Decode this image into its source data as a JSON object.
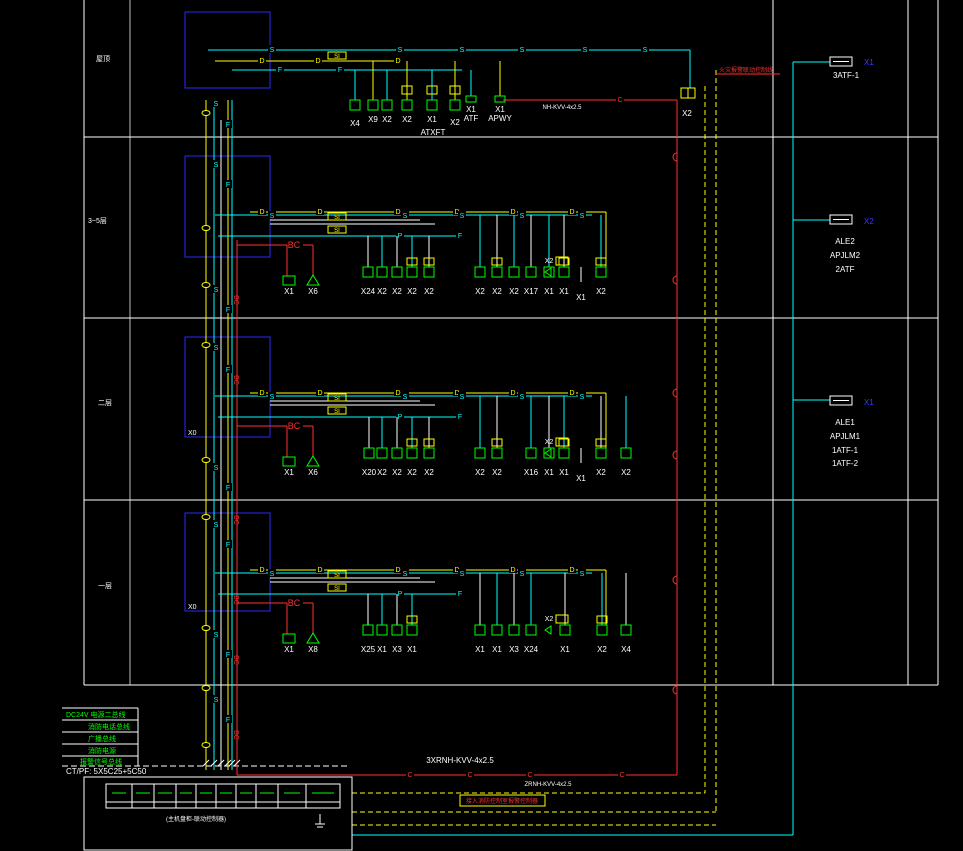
{
  "floor_labels": [
    "屋顶",
    "3~5层",
    "二层",
    "一层"
  ],
  "bus_marks": {
    "s": "S",
    "f": "F",
    "d": "D",
    "si": "SI",
    "p": "P",
    "bc": "BC",
    "c": "C"
  },
  "floors": [
    {
      "devices": [
        "X4",
        "X9",
        "X2",
        "X2",
        "X1",
        "X2",
        "X1",
        "X1"
      ],
      "tags": [
        "ATXFT",
        "ATF",
        "APWY"
      ],
      "module": "X2"
    },
    {
      "devices": [
        "X1",
        "X6",
        "X24",
        "X2",
        "X2",
        "X2",
        "X2",
        "X2",
        "X2",
        "X2",
        "X17",
        "X1",
        "X1",
        "X2"
      ],
      "upper": "X2",
      "lower": "X1"
    },
    {
      "box_tag": "X0",
      "devices": [
        "X1",
        "X6",
        "X20",
        "X2",
        "X2",
        "X2",
        "X2",
        "X2",
        "X2",
        "X16",
        "X1",
        "X1",
        "X2",
        "X2"
      ],
      "upper": "X2",
      "lower": "X1"
    },
    {
      "box_tag": "X0",
      "devices": [
        "X1",
        "X8",
        "X25",
        "X1",
        "X3",
        "X1",
        "X1",
        "X1",
        "X3",
        "X24",
        "X1",
        "X2",
        "X4"
      ],
      "upper": "X2"
    }
  ],
  "right_panels": [
    {
      "tag": "X1",
      "lines": [
        "3ATF-1"
      ]
    },
    {
      "tag": "X2",
      "lines": [
        "ALE2",
        "APJLM2",
        "2ATF"
      ]
    },
    {
      "tag": "X1",
      "lines": [
        "ALE1",
        "APJLM1",
        "1ATF-1",
        "1ATF-2"
      ]
    }
  ],
  "cables": {
    "top": "NH-KVV-4x2.5",
    "main": "3XRNH-KVV-4x2.5",
    "sub": "ZRNH-KVV-4x2.5",
    "trunk": "CT/PF: 5X5C25+5C50"
  },
  "legend": [
    "DC24V 电源二总线",
    "消防电话总线",
    "广播总线",
    "消防电源",
    "报警信号总线"
  ],
  "notes": {
    "linkage": "火灾报警联动控制线",
    "control_room": "接入消防控制室报警控制器"
  },
  "controller": {
    "caption": "(主机盘柜-联动控制器)"
  },
  "colors": {
    "background": "#000000",
    "frame": "#ffffff",
    "yellow": "#ffff00",
    "cyan": "#00ffff",
    "red": "#ff3030",
    "green": "#00ff00",
    "blue": "#2a2aff",
    "white": "#ffffff"
  }
}
